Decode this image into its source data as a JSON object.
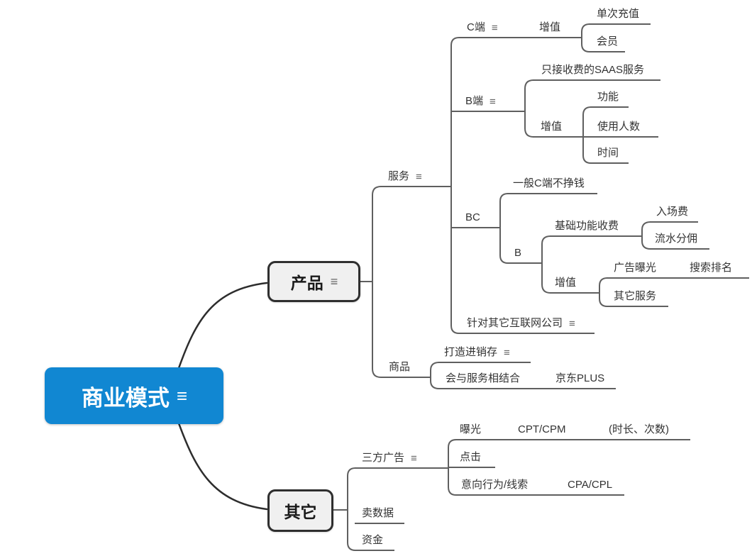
{
  "icons": {
    "notes": "≡"
  },
  "colors": {
    "root_bg": "#1187d2",
    "root_text": "#ffffff",
    "box_bg": "#f0f0f0",
    "box_border": "#2f2f2f",
    "line": "#5f5f5f",
    "curve": "#2d2d2d",
    "text": "#333333",
    "icon": "#666666"
  },
  "map": {
    "root": {
      "label": "商业模式"
    },
    "product": {
      "label": "产品",
      "service": {
        "label": "服务",
        "c_side": {
          "label": "C端",
          "value_add": {
            "label": "增值",
            "single_recharge": {
              "label": "单次充值"
            },
            "member": {
              "label": "会员"
            }
          }
        },
        "b_side": {
          "label": "B端",
          "saas": {
            "label": "只接收费的SAAS服务"
          },
          "value_add": {
            "label": "增值",
            "feature": {
              "label": "功能"
            },
            "user_count": {
              "label": "使用人数"
            },
            "time": {
              "label": "时间"
            }
          }
        },
        "bc": {
          "label": "BC",
          "c_no_money": {
            "label": "一般C端不挣钱"
          },
          "b": {
            "label": "B",
            "basic_fee": {
              "label": "基础功能收费",
              "entry_fee": {
                "label": "入场费"
              },
              "flow_commission": {
                "label": "流水分佣"
              }
            },
            "value_add": {
              "label": "增值",
              "ad_exposure": {
                "label": "广告曝光",
                "search_rank": {
                  "label": "搜索排名"
                }
              },
              "other_service": {
                "label": "其它服务"
              }
            }
          }
        },
        "other_internet": {
          "label": "针对其它互联网公司"
        }
      },
      "goods": {
        "label": "商品",
        "jinxiaocun": {
          "label": "打造进销存"
        },
        "combine_service": {
          "label": "会与服务相结合",
          "jd_plus": {
            "label": "京东PLUS"
          }
        }
      }
    },
    "other": {
      "label": "其它",
      "third_party_ads": {
        "label": "三方广告",
        "exposure": {
          "label": "曝光",
          "cpt_cpm": {
            "label": "CPT/CPM",
            "duration_times": {
              "label": "(时长、次数)"
            }
          }
        },
        "click": {
          "label": "点击"
        },
        "intent": {
          "label": "意向行为/线索",
          "cpa_cpl": {
            "label": "CPA/CPL"
          }
        }
      },
      "sell_data": {
        "label": "卖数据"
      },
      "funds": {
        "label": "资金"
      }
    }
  }
}
